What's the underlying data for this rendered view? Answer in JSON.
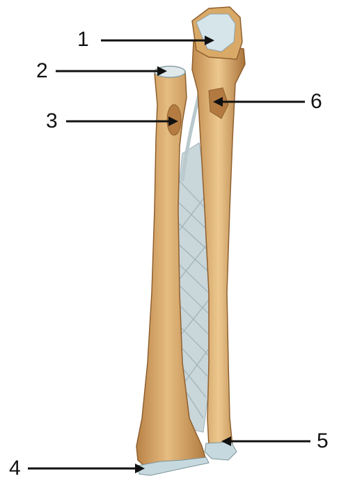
{
  "figure": {
    "labels": [
      {
        "id": "1",
        "text": "1"
      },
      {
        "id": "2",
        "text": "2"
      },
      {
        "id": "3",
        "text": "3"
      },
      {
        "id": "4",
        "text": "4"
      },
      {
        "id": "5",
        "text": "5"
      },
      {
        "id": "6",
        "text": "6"
      }
    ]
  },
  "colors": {
    "bone": "#d4a165",
    "bone_light": "#ecc88e",
    "bone_shadow": "#a8743e",
    "cartilage": "#cfe0e4",
    "membrane": "#c9d6da",
    "membrane_fiber": "#9fb2b8",
    "arrow": "#111111",
    "background": "#ffffff"
  }
}
